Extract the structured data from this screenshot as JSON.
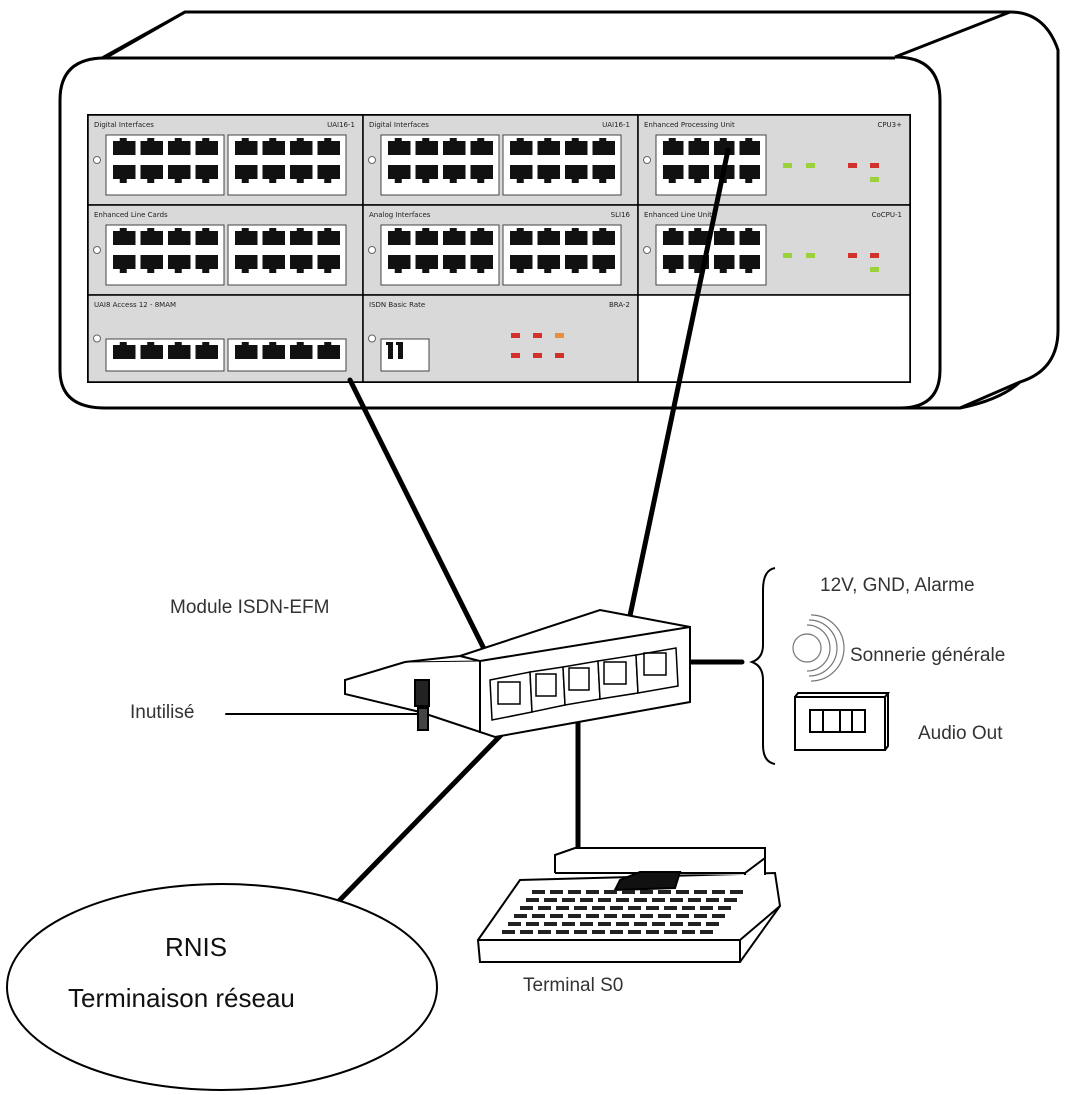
{
  "labels": {
    "module": "Module ISDN-EFM",
    "unused": "Inutilisé",
    "power": "12V, GND, Alarme",
    "ringer": "Sonnerie générale",
    "audio": "Audio Out",
    "terminal": "Terminal S0",
    "rnis_line1": "RNIS",
    "rnis_line2": "Terminaison réseau"
  },
  "rack": {
    "panels": [
      {
        "title": "Digital Interfaces",
        "code": "UAI16-1",
        "ports": 16
      },
      {
        "title": "Digital Interfaces",
        "code": "UAI16-1",
        "ports": 16
      },
      {
        "title": "Enhanced Processing Unit",
        "code": "CPU3+",
        "ports": 8
      },
      {
        "title": "Enhanced Line Cards",
        "code": "",
        "ports": 16
      },
      {
        "title": "Analog Interfaces",
        "code": "SLI16",
        "ports": 16
      },
      {
        "title": "Enhanced Line Unit",
        "code": "CoCPU-1",
        "ports": 8
      },
      {
        "title": "UAI8 Access 12 - 8MAM",
        "code": "",
        "ports": 8
      },
      {
        "title": "ISDN Basic Rate",
        "code": "BRA-2",
        "ports": 2
      },
      {
        "title": "",
        "code": "",
        "ports": 0
      }
    ]
  },
  "colors": {
    "line": "#000000",
    "panel_fill": "#d9d9d9",
    "led_green": "#9bd23c",
    "led_red": "#d4302c",
    "led_orange": "#e89040"
  }
}
